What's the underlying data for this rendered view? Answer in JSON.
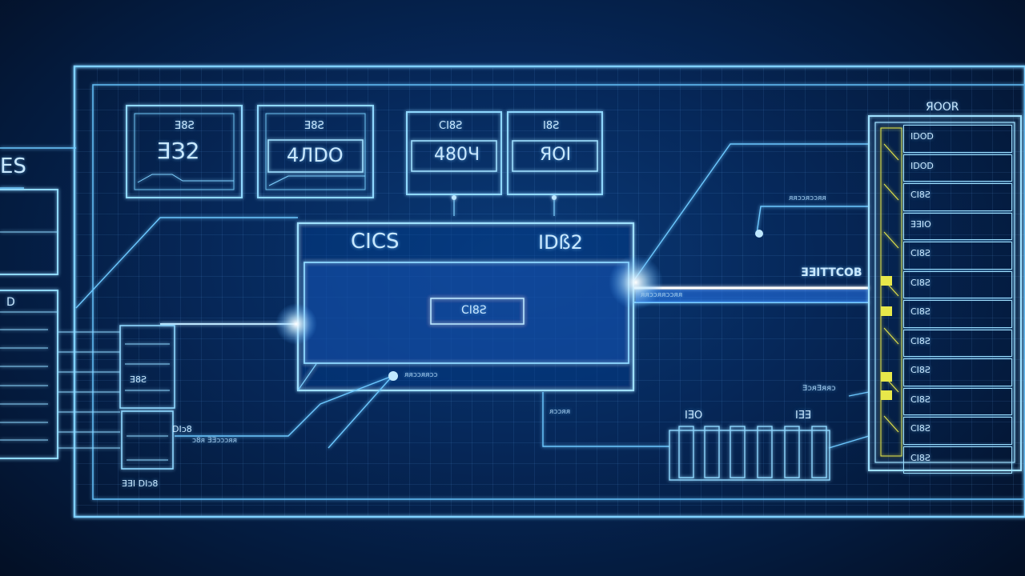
{
  "side_label": "ES",
  "side_panel_letter": "D",
  "right_rack_title": "ЯООR",
  "monitors": [
    {
      "header": "Ǝ8Ƨ",
      "value": "ƎЗ2"
    },
    {
      "header": "Ǝ8Ƨ",
      "value": "4ЛDO"
    },
    {
      "header": "CI8Ƨ",
      "value": "480Ч"
    },
    {
      "header": "I8Ƨ",
      "value": "ЯOI"
    }
  ],
  "center_box": {
    "left_label": "CICS",
    "right_label": "IDß2",
    "inner_label": "CI8Ƨ"
  },
  "right_link_label": "ƎƎITTCOB",
  "right_link_sublabel": "ᴙᴙɔɔᴙᴙɔɔᴙᴙ",
  "rack_rows": [
    "IDOD",
    "IDOD",
    "CI8Ƨ",
    "ƎƎIO",
    "CI8Ƨ",
    "CI8Ƨ",
    "CI8Ƨ",
    "CI8Ƨ",
    "CI8Ƨ",
    "CI8Ƨ",
    "CI8Ƨ",
    "CI8Ƨ"
  ],
  "small_texts": {
    "below_center": "ᴙᴙɔɔᴙᴙɔɔ",
    "left_stack_bottom": "ƎƎI   DIɔ8",
    "left_mid": "ɔ8ᴙ ƎƎɔɔɔᴙᴙ",
    "left_label_b": "DIɔ8",
    "left_stack_mid": "Ǝ8Ƨ",
    "bottom_bank_left": "IƎO",
    "bottom_bank_right": "IƎƎ",
    "right_mid_note": "ƎɔᴙƎᴙᴙɔ",
    "right_upper_note": "ᴙᴙɔɔᴙɔɔᴙᴙ",
    "center_bottom_note": "ᴙɔɔᴙᴙ"
  },
  "colors": {
    "line": "#7fd0ff",
    "glow": "#ffffff",
    "accent": "#e8e84a",
    "bg": "#06285a"
  }
}
